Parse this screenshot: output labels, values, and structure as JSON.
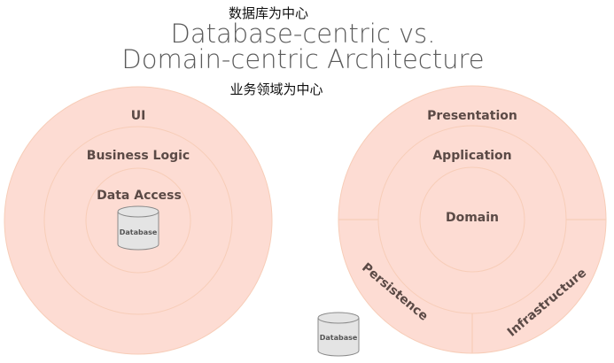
{
  "captions": {
    "top": "数据库为中心",
    "bottom": "业务领域为中心"
  },
  "title": {
    "line1": "Database-centric vs.",
    "line2": "Domain-centric Architecture"
  },
  "database_centric": {
    "layers": [
      "UI",
      "Business Logic",
      "Data Access"
    ],
    "database_label": "Database"
  },
  "domain_centric": {
    "layers": [
      "Presentation",
      "Application",
      "Domain"
    ],
    "side_segments": [
      "Persistence",
      "Infrastructure"
    ],
    "database_label": "Database"
  },
  "colors": {
    "ring_fill": "#fddcd3",
    "ring_stroke": "#f7cdb8",
    "text": "#5b4a46",
    "database_fill": "#e4e4e4"
  }
}
